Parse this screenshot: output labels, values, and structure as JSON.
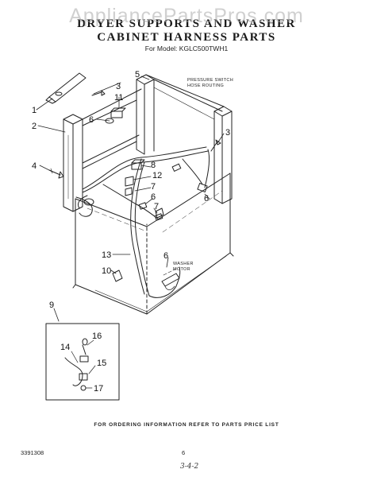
{
  "watermark": "AppliancePartsPros.com",
  "title_line1": "DRYER SUPPORTS AND WASHER",
  "title_line2": "CABINET HARNESS PARTS",
  "model": "For Model: KGLC500TWH1",
  "notes": {
    "pressure_switch": [
      "PRESSURE SWITCH",
      "HOSE ROUTING"
    ],
    "washer_motor": [
      "WASHER",
      "MOTOR"
    ]
  },
  "callouts": [
    {
      "id": "c1",
      "text": "1"
    },
    {
      "id": "c2",
      "text": "2"
    },
    {
      "id": "c3a",
      "text": "3"
    },
    {
      "id": "c3b",
      "text": "3"
    },
    {
      "id": "c4",
      "text": "4"
    },
    {
      "id": "c5",
      "text": "5"
    },
    {
      "id": "c6a",
      "text": "6"
    },
    {
      "id": "c6b",
      "text": "6"
    },
    {
      "id": "c6c",
      "text": "6"
    },
    {
      "id": "c6d",
      "text": "6"
    },
    {
      "id": "c7a",
      "text": "7"
    },
    {
      "id": "c7b",
      "text": "7"
    },
    {
      "id": "c8",
      "text": "8"
    },
    {
      "id": "c9",
      "text": "9"
    },
    {
      "id": "c10",
      "text": "10"
    },
    {
      "id": "c11",
      "text": "11"
    },
    {
      "id": "c12",
      "text": "12"
    },
    {
      "id": "c13",
      "text": "13"
    },
    {
      "id": "c14",
      "text": "14"
    },
    {
      "id": "c15",
      "text": "15"
    },
    {
      "id": "c16",
      "text": "16"
    },
    {
      "id": "c17",
      "text": "17"
    }
  ],
  "footer": "FOR ORDERING INFORMATION REFER TO PARTS PRICE LIST",
  "part_number": "3391308",
  "page_number": "6",
  "handwritten": "3-4-2"
}
